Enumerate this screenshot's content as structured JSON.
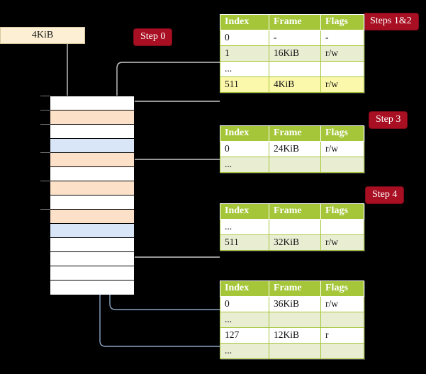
{
  "diagram": {
    "title_hidden": "",
    "accent_badge_color": "#a80f22",
    "table_header_color": "#a5c639",
    "highlight_color": "#fbf7ab",
    "orange_row_color": "#fde0c8",
    "blue_row_color": "#d9e6f7"
  },
  "badges": [
    {
      "id": "step0",
      "label": "Step 0"
    },
    {
      "id": "steps12",
      "label": "Steps 1&2"
    },
    {
      "id": "step3",
      "label": "Step 3"
    },
    {
      "id": "step4",
      "label": "Step 4"
    }
  ],
  "source_box": {
    "label": "4KiB"
  },
  "memory": {
    "rows": [
      {
        "index": 0,
        "fill": "white",
        "tick": true
      },
      {
        "index": 1,
        "fill": "orange",
        "tick": true
      },
      {
        "index": 2,
        "fill": "white",
        "tick": true
      },
      {
        "index": 3,
        "fill": "blue",
        "tick": false
      },
      {
        "index": 4,
        "fill": "orange",
        "tick": true
      },
      {
        "index": 5,
        "fill": "white",
        "tick": false
      },
      {
        "index": 6,
        "fill": "orange",
        "tick": true
      },
      {
        "index": 7,
        "fill": "white",
        "tick": false
      },
      {
        "index": 8,
        "fill": "orange",
        "tick": true
      },
      {
        "index": 9,
        "fill": "blue",
        "tick": false
      },
      {
        "index": 10,
        "fill": "white",
        "tick": false
      },
      {
        "index": 11,
        "fill": "white",
        "tick": false
      },
      {
        "index": 12,
        "fill": "white",
        "tick": false
      },
      {
        "index": 13,
        "fill": "white",
        "tick": false
      }
    ]
  },
  "tables": [
    {
      "id": "table-level-1",
      "columns": [
        "Index",
        "Frame",
        "Flags"
      ],
      "rows": [
        {
          "cells": [
            "0",
            "-",
            "-"
          ],
          "alt": false,
          "highlight": false
        },
        {
          "cells": [
            "1",
            "16KiB",
            "r/w"
          ],
          "alt": true,
          "highlight": false
        },
        {
          "cells": [
            "...",
            "",
            ""
          ],
          "alt": false,
          "highlight": false
        },
        {
          "cells": [
            "511",
            "4KiB",
            "r/w"
          ],
          "alt": true,
          "highlight": true
        }
      ]
    },
    {
      "id": "table-level-2",
      "columns": [
        "Index",
        "Frame",
        "Flags"
      ],
      "rows": [
        {
          "cells": [
            "0",
            "24KiB",
            "r/w"
          ],
          "alt": false,
          "highlight": false
        },
        {
          "cells": [
            "...",
            "",
            ""
          ],
          "alt": true,
          "highlight": false
        }
      ]
    },
    {
      "id": "table-level-3",
      "columns": [
        "Index",
        "Frame",
        "Flags"
      ],
      "rows": [
        {
          "cells": [
            "...",
            "",
            ""
          ],
          "alt": false,
          "highlight": false
        },
        {
          "cells": [
            "511",
            "32KiB",
            "r/w"
          ],
          "alt": true,
          "highlight": false
        }
      ]
    },
    {
      "id": "table-level-4",
      "columns": [
        "Index",
        "Frame",
        "Flags"
      ],
      "rows": [
        {
          "cells": [
            "0",
            "36KiB",
            "r/w"
          ],
          "alt": false,
          "highlight": false
        },
        {
          "cells": [
            "...",
            "",
            ""
          ],
          "alt": true,
          "highlight": false
        },
        {
          "cells": [
            "127",
            "12KiB",
            "r"
          ],
          "alt": false,
          "highlight": false
        },
        {
          "cells": [
            "...",
            "",
            ""
          ],
          "alt": true,
          "highlight": false
        }
      ]
    }
  ]
}
